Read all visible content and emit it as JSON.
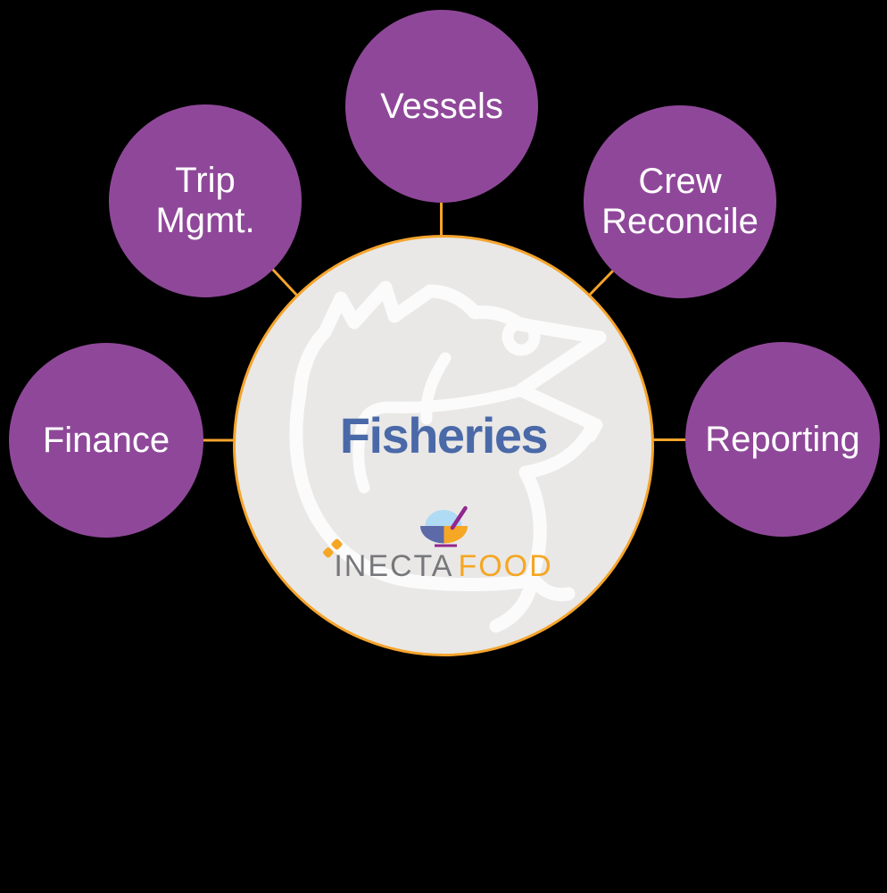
{
  "diagram": {
    "background_color": "#000000",
    "hub": {
      "title": "Fisheries",
      "title_color": "#4A69A8",
      "fill_color": "#E9E8E6",
      "ring_color": "#F5A42C",
      "fish_icon": "jumping-fish-outline",
      "fish_icon_color": "#FBFBFB",
      "brand": {
        "name_part1": "INECTA",
        "name_part2": "FOOD",
        "part1_color": "#77787C",
        "part2_color": "#F5A623",
        "spark_icon_color": "#F5A623",
        "bowl_icon_colors": {
          "dome": "#AFDCF4",
          "bowl_left": "#5C6BA8",
          "bowl_right": "#F6A723",
          "spoon_and_base": "#93278F"
        }
      }
    },
    "nodes": [
      {
        "id": "vessels",
        "label": "Vessels"
      },
      {
        "id": "trip-mgmt",
        "label": "Trip\nMgmt."
      },
      {
        "id": "crew-reconcile",
        "label": "Crew\nReconcile"
      },
      {
        "id": "finance",
        "label": "Finance"
      },
      {
        "id": "reporting",
        "label": "Reporting"
      }
    ],
    "node_color": "#8F4899",
    "node_text_color": "#FFFFFF",
    "connector_color": "#F5A42C"
  }
}
